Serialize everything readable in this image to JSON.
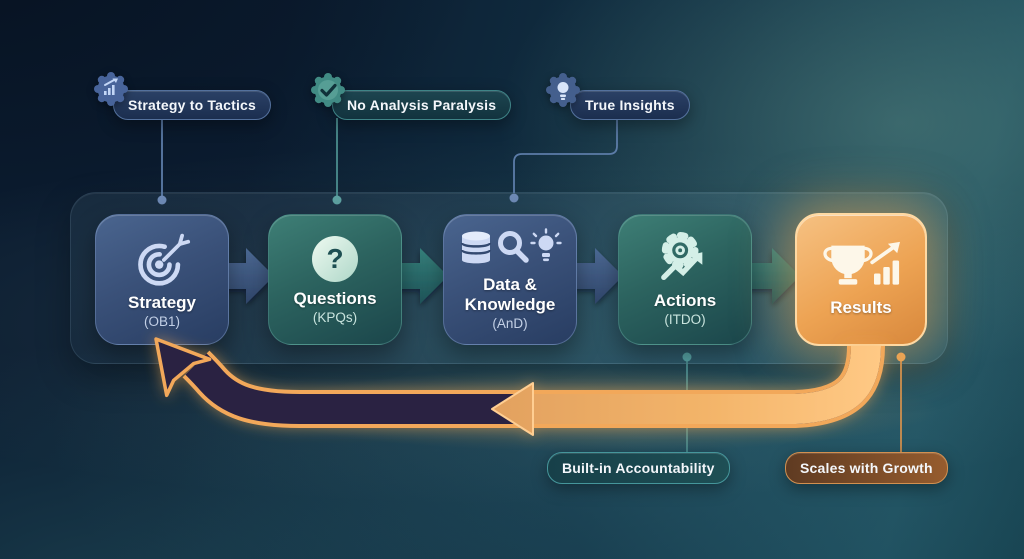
{
  "callouts": {
    "top": [
      {
        "label": "Strategy to Tactics",
        "icon": "growth-chart-badge-icon",
        "theme": "blue"
      },
      {
        "label": "No Analysis Paralysis",
        "icon": "check-badge-icon",
        "theme": "teal"
      },
      {
        "label": "True Insights",
        "icon": "lightbulb-badge-icon",
        "theme": "blue"
      }
    ],
    "bottom": [
      {
        "label": "Built-in Accountability",
        "theme": "teal"
      },
      {
        "label": "Scales with Growth",
        "theme": "orange"
      }
    ]
  },
  "flow": {
    "steps": [
      {
        "title": "Strategy",
        "subtitle": "(OB1)",
        "icon": "target-dart-icon",
        "theme": "blue"
      },
      {
        "title": "Questions",
        "subtitle": "(KPQs)",
        "icon": "question-mark-icon",
        "theme": "teal"
      },
      {
        "title": "Data & Knowledge",
        "subtitle": "(AnD)",
        "icon": "database-search-bulb-icon",
        "theme": "blue"
      },
      {
        "title": "Actions",
        "subtitle": "(ITDO)",
        "icon": "gear-growth-icon",
        "theme": "teal"
      },
      {
        "title": "Results",
        "subtitle": "",
        "icon": "trophy-chart-icon",
        "theme": "orange"
      }
    ],
    "feedback_arrow": {
      "from": "Results",
      "to": "Strategy",
      "color": "#f2a85a"
    }
  },
  "colors": {
    "background_navy": "#0c1e32",
    "background_teal": "#1f5060",
    "box_blue": "#3b567f",
    "box_teal": "#2d6f6c",
    "box_orange": "#eda353",
    "arrow_orange": "#f2a85a",
    "connector_blue": "#5c7ca8",
    "connector_teal": "#4b8d8e",
    "connector_orange": "#cf8f4e"
  }
}
